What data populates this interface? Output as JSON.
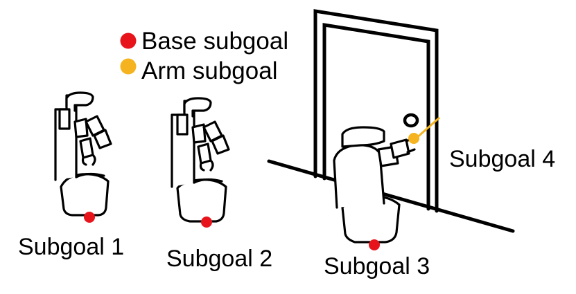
{
  "legend": {
    "base_label": "Base subgoal",
    "arm_label": "Arm subgoal"
  },
  "subgoals": [
    {
      "label": "Subgoal 1",
      "type": "base"
    },
    {
      "label": "Subgoal 2",
      "type": "base"
    },
    {
      "label": "Subgoal 3",
      "type": "base"
    },
    {
      "label": "Subgoal 4",
      "type": "arm"
    }
  ],
  "colors": {
    "base_subgoal": "#e8141c",
    "arm_subgoal": "#f5b41f",
    "line_art": "#000000",
    "background": "#ffffff"
  }
}
